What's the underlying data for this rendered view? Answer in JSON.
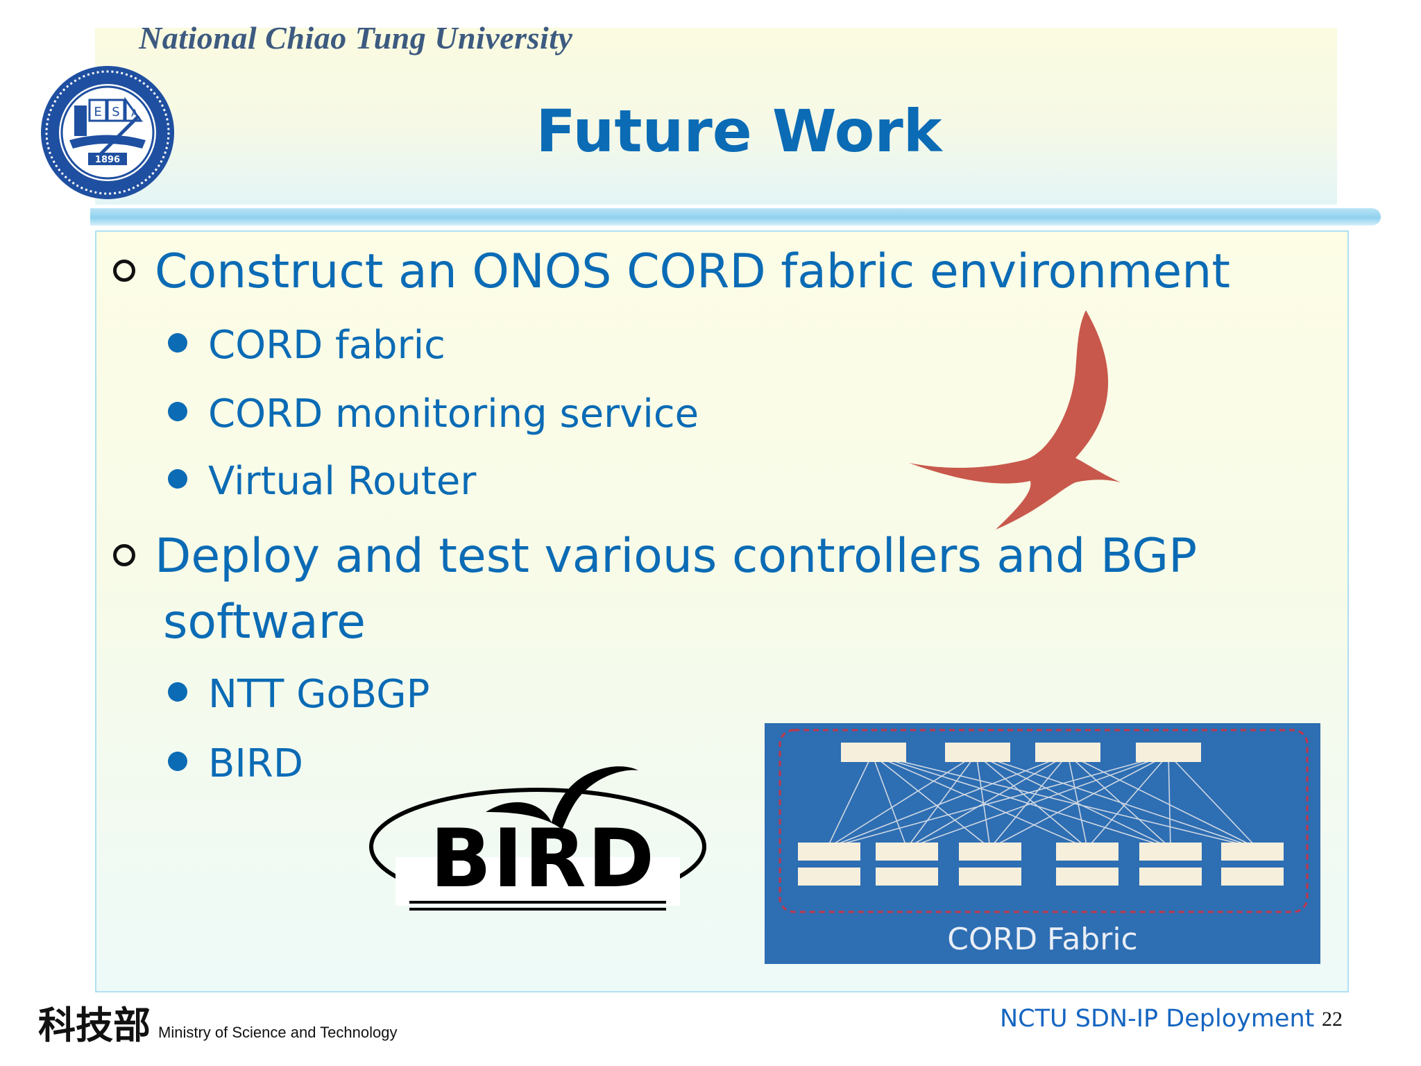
{
  "header": {
    "university": "National Chiao Tung University",
    "seal_year": "1896",
    "seal_letters": [
      "E",
      "S",
      "A"
    ]
  },
  "slide": {
    "title": "Future Work",
    "items": [
      {
        "text": "Construct an ONOS CORD fabric environment",
        "subitems": [
          "CORD fabric",
          "CORD monitoring service",
          "Virtual Router"
        ]
      },
      {
        "text_line1": "Deploy and test various controllers and BGP",
        "text_line2": "software",
        "subitems": [
          "NTT GoBGP",
          "BIRD"
        ]
      }
    ]
  },
  "images": {
    "onos_logo": "onos-bird-icon",
    "bird_logo_text": "BIRD",
    "cord_fabric_caption": "CORD Fabric"
  },
  "footer": {
    "ministry_chars": "科技部",
    "ministry": "Ministry of Science and Technology",
    "presentation_title": "NCTU SDN-IP Deployment",
    "page": "22"
  },
  "colors": {
    "title_blue": "#0b6bb5",
    "onos_red": "#c8584c",
    "cord_panel": "#2e6eb3"
  }
}
